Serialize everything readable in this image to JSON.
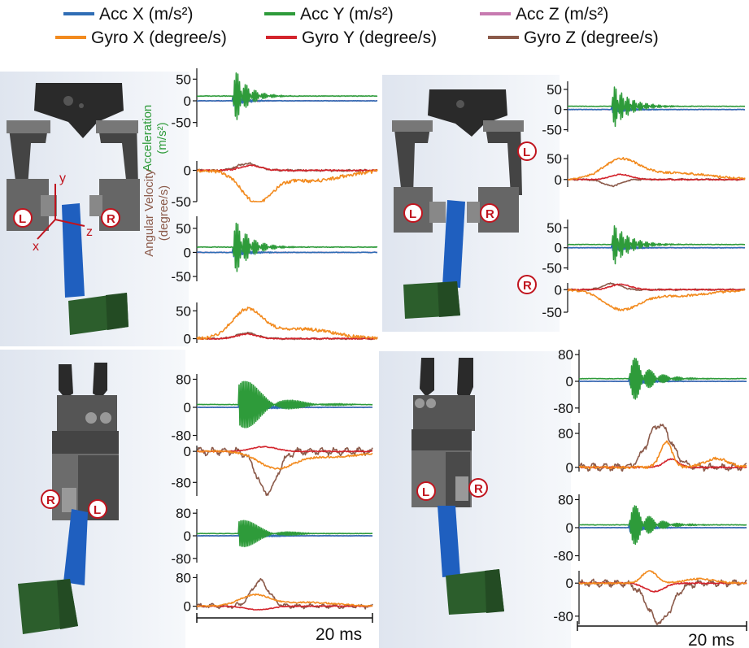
{
  "colors": {
    "acc_x": "#2f6db5",
    "acc_y": "#2e9b3a",
    "acc_z": "#c77ab0",
    "gyro_x": "#f28a1e",
    "gyro_y": "#d3242c",
    "gyro_z": "#8b5a4a",
    "badge": "#c0141e",
    "gripper_dark": "#3a3a3a",
    "gripper_mid": "#6a6a6a",
    "stick": "#1f5fbf",
    "block": "#2c5e2c"
  },
  "legend": [
    {
      "key": "acc_x",
      "label": "Acc X (m/s²)"
    },
    {
      "key": "acc_y",
      "label": "Acc Y (m/s²)"
    },
    {
      "key": "acc_z",
      "label": "Acc Z (m/s²)"
    },
    {
      "key": "gyro_x",
      "label": "Gyro X (degree/s)"
    },
    {
      "key": "gyro_y",
      "label": "Gyro Y (degree/s)"
    },
    {
      "key": "gyro_z",
      "label": "Gyro Z (degree/s)"
    }
  ],
  "side_labels": {
    "left": "L",
    "right": "R"
  },
  "frame_axes": {
    "x": "x",
    "y": "y",
    "z": "z"
  },
  "y_axis_labels": {
    "acceleration": [
      "Acceleration",
      "(m/s²)"
    ],
    "angular_velocity": [
      "Angular Velocity",
      "(degree/s)"
    ]
  },
  "scale_bar_label": "20 ms",
  "chart_data": [
    {
      "id": "tl-acc-L",
      "type": "line",
      "kind": "acc",
      "ylim": [
        -60,
        75
      ],
      "yticks": [
        50,
        0,
        -50
      ],
      "baselines": {
        "acc_x": 0,
        "acc_y": 11,
        "acc_z": 0
      },
      "impulse": {
        "t": 0.2,
        "acc_y_peak": 75,
        "acc_x_peak": 12,
        "acc_z_peak": 10,
        "decay": 0.07,
        "freq": 30
      }
    },
    {
      "id": "tl-gyro-L",
      "type": "line",
      "kind": "gyro",
      "ylim": [
        -50,
        15
      ],
      "yticks": [
        0,
        -50
      ],
      "bumps": {
        "gyro_x": {
          "t": 0.33,
          "amp": -48,
          "w": 0.12
        },
        "gyro_y": {
          "t": 0.3,
          "amp": 8,
          "w": 0.08
        },
        "gyro_z": {
          "t": 0.28,
          "amp": 11,
          "w": 0.08
        }
      }
    },
    {
      "id": "tl-acc-R",
      "type": "line",
      "kind": "acc",
      "ylim": [
        -60,
        75
      ],
      "yticks": [
        50,
        0,
        -50
      ],
      "baselines": {
        "acc_x": 0,
        "acc_y": 11,
        "acc_z": 0
      },
      "impulse": {
        "t": 0.2,
        "acc_y_peak": 68,
        "acc_x_peak": 10,
        "acc_z_peak": 8,
        "decay": 0.08,
        "freq": 30
      }
    },
    {
      "id": "tl-gyro-R",
      "type": "line",
      "kind": "gyro",
      "ylim": [
        -8,
        65
      ],
      "yticks": [
        50,
        0
      ],
      "bumps": {
        "gyro_x": {
          "t": 0.28,
          "amp": 50,
          "w": 0.12
        },
        "gyro_y": {
          "t": 0.28,
          "amp": 8,
          "w": 0.08
        },
        "gyro_z": {
          "t": 0.28,
          "amp": 10,
          "w": 0.08
        }
      }
    },
    {
      "id": "tr-acc-L",
      "type": "line",
      "kind": "acc",
      "ylim": [
        -55,
        70
      ],
      "yticks": [
        50,
        0,
        -50
      ],
      "baselines": {
        "acc_x": 0,
        "acc_y": 8,
        "acc_z": 0
      },
      "impulse": {
        "t": 0.25,
        "acc_y_peak": 60,
        "acc_x_peak": 10,
        "acc_z_peak": 8,
        "decay": 0.09,
        "freq": 24
      }
    },
    {
      "id": "tr-gyro-L",
      "type": "line",
      "kind": "gyro",
      "ylim": [
        -18,
        60
      ],
      "yticks": [
        50,
        0
      ],
      "bumps": {
        "gyro_x": {
          "t": 0.3,
          "amp": 45,
          "w": 0.14
        },
        "gyro_y": {
          "t": 0.3,
          "amp": 12,
          "w": 0.08
        },
        "gyro_z": {
          "t": 0.25,
          "amp": -15,
          "w": 0.07
        }
      }
    },
    {
      "id": "tr-acc-R",
      "type": "line",
      "kind": "acc",
      "ylim": [
        -55,
        70
      ],
      "yticks": [
        50,
        0,
        -50
      ],
      "baselines": {
        "acc_x": 0,
        "acc_y": 8,
        "acc_z": 0
      },
      "impulse": {
        "t": 0.25,
        "acc_y_peak": 58,
        "acc_x_peak": 10,
        "acc_z_peak": 8,
        "decay": 0.09,
        "freq": 24
      }
    },
    {
      "id": "tr-gyro-R",
      "type": "line",
      "kind": "gyro",
      "ylim": [
        -50,
        15
      ],
      "yticks": [
        0,
        -50
      ],
      "bumps": {
        "gyro_x": {
          "t": 0.3,
          "amp": -40,
          "w": 0.14
        },
        "gyro_y": {
          "t": 0.3,
          "amp": 12,
          "w": 0.08
        },
        "gyro_z": {
          "t": 0.25,
          "amp": 14,
          "w": 0.07
        }
      }
    },
    {
      "id": "bl-acc-R",
      "type": "line",
      "kind": "acc",
      "ylim": [
        -95,
        95
      ],
      "yticks": [
        80,
        0,
        -80
      ],
      "baselines": {
        "acc_x": 0,
        "acc_y": 8,
        "acc_z": 0
      },
      "impulse": {
        "t": 0.24,
        "acc_y_peak": 95,
        "acc_x_peak": 14,
        "acc_z_peak": 10,
        "decay": 0.15,
        "freq": 28
      }
    },
    {
      "id": "bl-gyro-R",
      "type": "line",
      "kind": "gyro",
      "ylim": [
        -115,
        15
      ],
      "yticks": [
        0,
        -80
      ],
      "bumps": {
        "gyro_x": {
          "t": 0.45,
          "amp": -40,
          "w": 0.14
        },
        "gyro_y": {
          "t": 0.38,
          "amp": 12,
          "w": 0.1
        },
        "gyro_z": {
          "t": 0.4,
          "amp": -105,
          "w": 0.08
        }
      }
    },
    {
      "id": "bl-acc-L",
      "type": "line",
      "kind": "acc",
      "ylim": [
        -95,
        95
      ],
      "yticks": [
        80,
        0,
        -80
      ],
      "baselines": {
        "acc_x": 0,
        "acc_y": 8,
        "acc_z": 0
      },
      "impulse": {
        "t": 0.24,
        "acc_y_peak": 70,
        "acc_x_peak": 14,
        "acc_z_peak": 10,
        "decay": 0.12,
        "freq": 28
      }
    },
    {
      "id": "bl-gyro-L",
      "type": "line",
      "kind": "gyro",
      "ylim": [
        -10,
        90
      ],
      "yticks": [
        80,
        0
      ],
      "bumps": {
        "gyro_x": {
          "t": 0.33,
          "amp": 30,
          "w": 0.12
        },
        "gyro_y": {
          "t": 0.35,
          "amp": -10,
          "w": 0.1
        },
        "gyro_z": {
          "t": 0.36,
          "amp": 70,
          "w": 0.07
        }
      }
    },
    {
      "id": "br-acc-L",
      "type": "line",
      "kind": "acc",
      "ylim": [
        -95,
        95
      ],
      "yticks": [
        80,
        0,
        -80
      ],
      "baselines": {
        "acc_x": 0,
        "acc_y": 8,
        "acc_z": 0
      },
      "impulse": {
        "t": 0.3,
        "acc_y_peak": 90,
        "acc_x_peak": 14,
        "acc_z_peak": 10,
        "decay": 0.1,
        "freq": 26
      }
    },
    {
      "id": "br-gyro-L",
      "type": "line",
      "kind": "gyro",
      "ylim": [
        -10,
        105
      ],
      "yticks": [
        80,
        0
      ],
      "bumps": {
        "gyro_x": {
          "t": 0.52,
          "amp": 60,
          "w": 0.05
        },
        "gyro_y": {
          "t": 0.55,
          "amp": 20,
          "w": 0.06
        },
        "gyro_z": {
          "t": 0.48,
          "amp": 100,
          "w": 0.1
        }
      }
    },
    {
      "id": "br-acc-R",
      "type": "line",
      "kind": "acc",
      "ylim": [
        -95,
        95
      ],
      "yticks": [
        80,
        0,
        -80
      ],
      "baselines": {
        "acc_x": 0,
        "acc_y": 8,
        "acc_z": 0
      },
      "impulse": {
        "t": 0.3,
        "acc_y_peak": 80,
        "acc_x_peak": 14,
        "acc_z_peak": 10,
        "decay": 0.1,
        "freq": 26
      }
    },
    {
      "id": "br-gyro-R",
      "type": "line",
      "kind": "gyro",
      "ylim": [
        -100,
        30
      ],
      "yticks": [
        0,
        -80
      ],
      "bumps": {
        "gyro_x": {
          "t": 0.42,
          "amp": 30,
          "w": 0.06
        },
        "gyro_y": {
          "t": 0.45,
          "amp": -20,
          "w": 0.08
        },
        "gyro_z": {
          "t": 0.48,
          "amp": -95,
          "w": 0.1
        }
      }
    }
  ]
}
